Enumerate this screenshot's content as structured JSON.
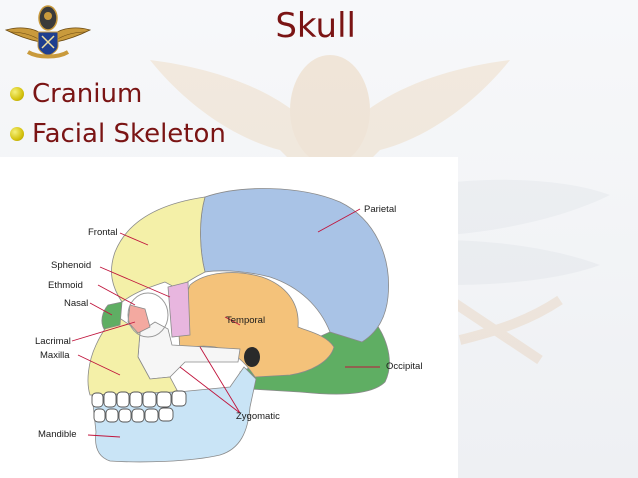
{
  "slide": {
    "title": "Skull",
    "bullets": [
      "Cranium",
      "Facial Skeleton"
    ]
  },
  "diagram": {
    "labels": {
      "frontal": "Frontal",
      "parietal": "Parietal",
      "sphenoid": "Sphenoid",
      "ethmoid": "Ethmoid",
      "nasal": "Nasal",
      "temporal": "Temporal",
      "lacrimal": "Lacrimal",
      "maxilla": "Maxilla",
      "occipital": "Occipital",
      "zygomatic": "Zygomatic",
      "mandible": "Mandible"
    },
    "bone_colors": {
      "frontal": "#f4f0a8",
      "parietal": "#a9c3e6",
      "occipital": "#5fae63",
      "temporal": "#f4c27a",
      "sphenoid": "#e8b6df",
      "nasal": "#5fae63",
      "ethmoid": "#f3a9a0",
      "lacrimal": "#f3a9a0",
      "maxilla": "#f4f0a8",
      "zygomatic": "#f6f6f6",
      "mandible": "#c9e4f6"
    }
  }
}
